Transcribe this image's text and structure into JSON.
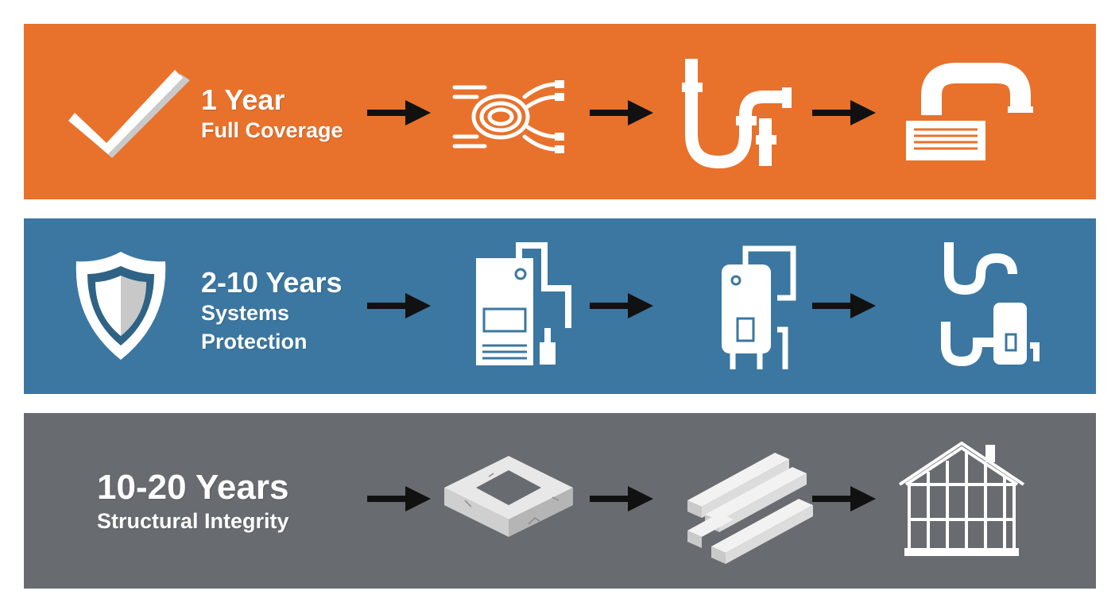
{
  "colors": {
    "orange": "#e8712b",
    "blue": "#3b77a0",
    "gray": "#686b70",
    "icon": "#ffffff",
    "arrow": "#111111"
  },
  "tiers": [
    {
      "title": "1 Year",
      "subtitle": "Full Coverage",
      "badge": "checkmark-icon",
      "icons": [
        "electrical-wiring-icon",
        "plumbing-pipes-icon",
        "hvac-ductwork-icon"
      ]
    },
    {
      "title": "2-10 Years",
      "subtitle": "Systems\nProtection",
      "badge": "shield-icon",
      "icons": [
        "furnace-icon",
        "water-heater-icon",
        "plumbing-and-water-heater-icon"
      ]
    },
    {
      "title": "10-20 Years",
      "subtitle": "Structural Integrity",
      "badge": "",
      "icons": [
        "concrete-foundation-icon",
        "lumber-beams-icon",
        "house-framing-icon"
      ]
    }
  ]
}
